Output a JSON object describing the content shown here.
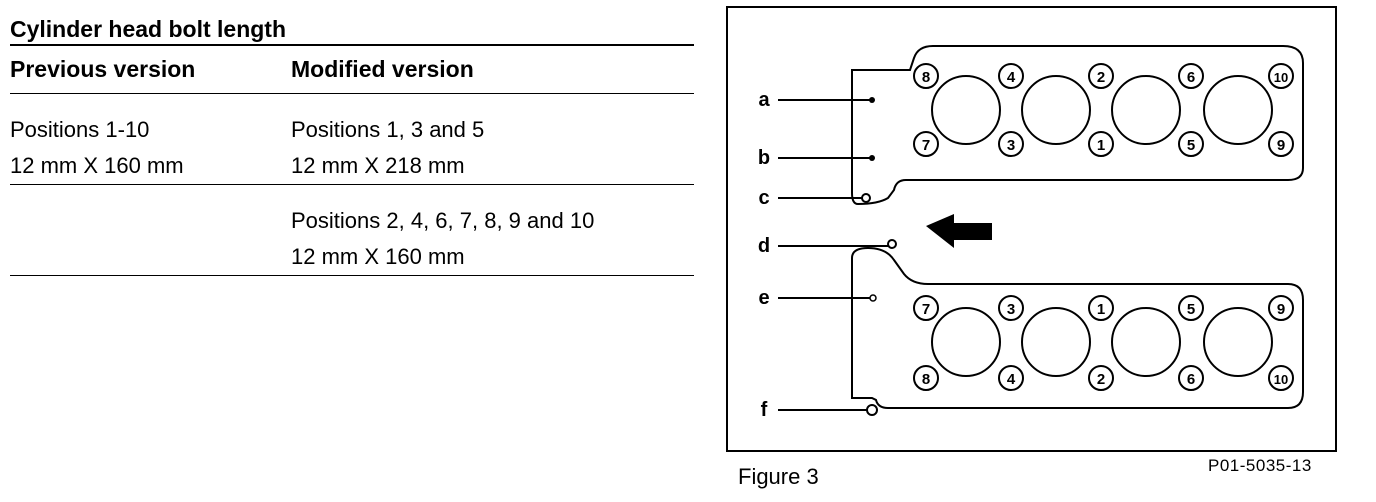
{
  "table": {
    "title": "Cylinder head bolt length",
    "columns": [
      "Previous version",
      "Modified version"
    ],
    "rows": [
      {
        "previous": [
          "Positions 1-10",
          "12 mm X 160 mm"
        ],
        "modified": [
          "Positions 1, 3 and 5",
          "12 mm X 218 mm"
        ]
      },
      {
        "previous": [
          "",
          ""
        ],
        "modified": [
          "Positions 2, 4, 6, 7, 8, 9 and 10",
          "12 mm X 160 mm"
        ]
      }
    ]
  },
  "figure": {
    "caption": "Figure 3",
    "code": "P01-5035-13",
    "callouts": [
      "a",
      "b",
      "c",
      "d",
      "e",
      "f"
    ],
    "top_bank": {
      "upper_row": [
        "8",
        "4",
        "2",
        "6",
        "10"
      ],
      "lower_row": [
        "7",
        "3",
        "1",
        "5",
        "9"
      ]
    },
    "bottom_bank": {
      "upper_row": [
        "7",
        "3",
        "1",
        "5",
        "9"
      ],
      "lower_row": [
        "8",
        "4",
        "2",
        "6",
        "10"
      ]
    },
    "arrow_icon": "left-arrow-icon"
  }
}
